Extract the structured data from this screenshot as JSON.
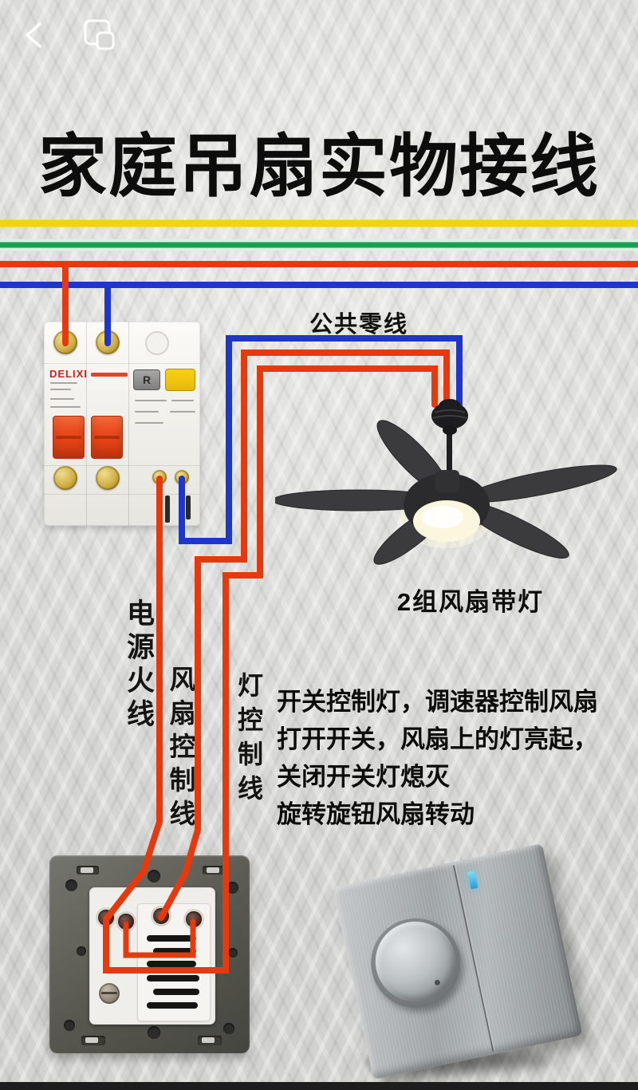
{
  "status_bar": {
    "back_icon": "chevron-left",
    "multitask_icon": "overlapping-squares"
  },
  "title": "家庭吊扇实物接线",
  "colors": {
    "wire_yellow": "#f2d40e",
    "wire_green": "#18a050",
    "wire_green_halo": "#d9f0e2",
    "wire_red": "#e63a0e",
    "wire_blue": "#1f36cc"
  },
  "diagram": {
    "neutral_label": "公共零线",
    "fan_caption": "2组风扇带灯",
    "labels": {
      "live": "电源火线",
      "fan_control": "风扇控制线",
      "light_control": "灯控制线"
    },
    "breaker": {
      "brand": "DELIXI",
      "reset_button": "R"
    }
  },
  "description": {
    "lines": [
      "开关控制灯，调速器控制风扇",
      "打开开关，风扇上的灯亮起，",
      "关闭开关灯熄灭",
      "旋转旋钮风扇转动"
    ]
  }
}
